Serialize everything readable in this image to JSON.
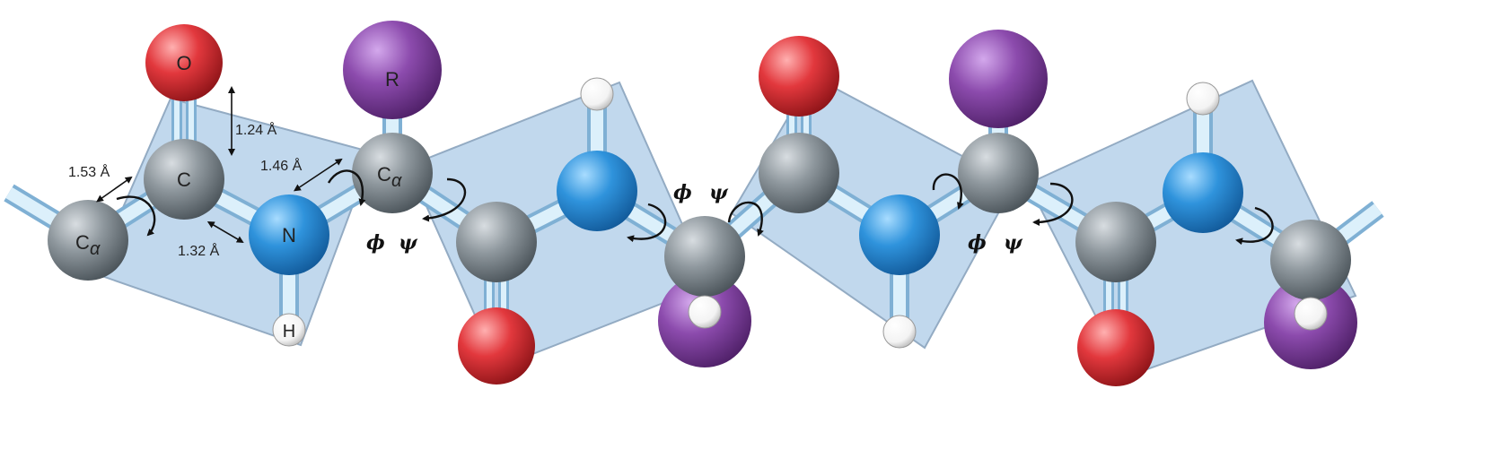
{
  "colors": {
    "plane_fill": "#bcd5ec",
    "plane_stroke": "#8aa4be",
    "bond_fill": "#d6ecf8",
    "bond_stroke": "#7fb0d4",
    "carbon": "#858f96",
    "nitrogen": "#2e8fd8",
    "oxygen": "#e0393e",
    "r_group": "#8a4aaa",
    "hydrogen": "#ffffff",
    "arrow": "#111111"
  },
  "atom_labels": {
    "oxygen": "O",
    "carbon": "C",
    "nitrogen": "N",
    "hydrogen": "H",
    "r_group": "R",
    "alpha_carbon": "C",
    "alpha_subscript": "α"
  },
  "bond_lengths": {
    "c_o": "1.24 Å",
    "ca_c": "1.53 Å",
    "n_ca": "1.46 Å",
    "c_n": "1.32 Å"
  },
  "torsion_angles": {
    "phi": "ϕ",
    "psi": "ψ"
  },
  "icons": [
    "rotation-arrow-icon",
    "double-headed-arrow-icon"
  ]
}
